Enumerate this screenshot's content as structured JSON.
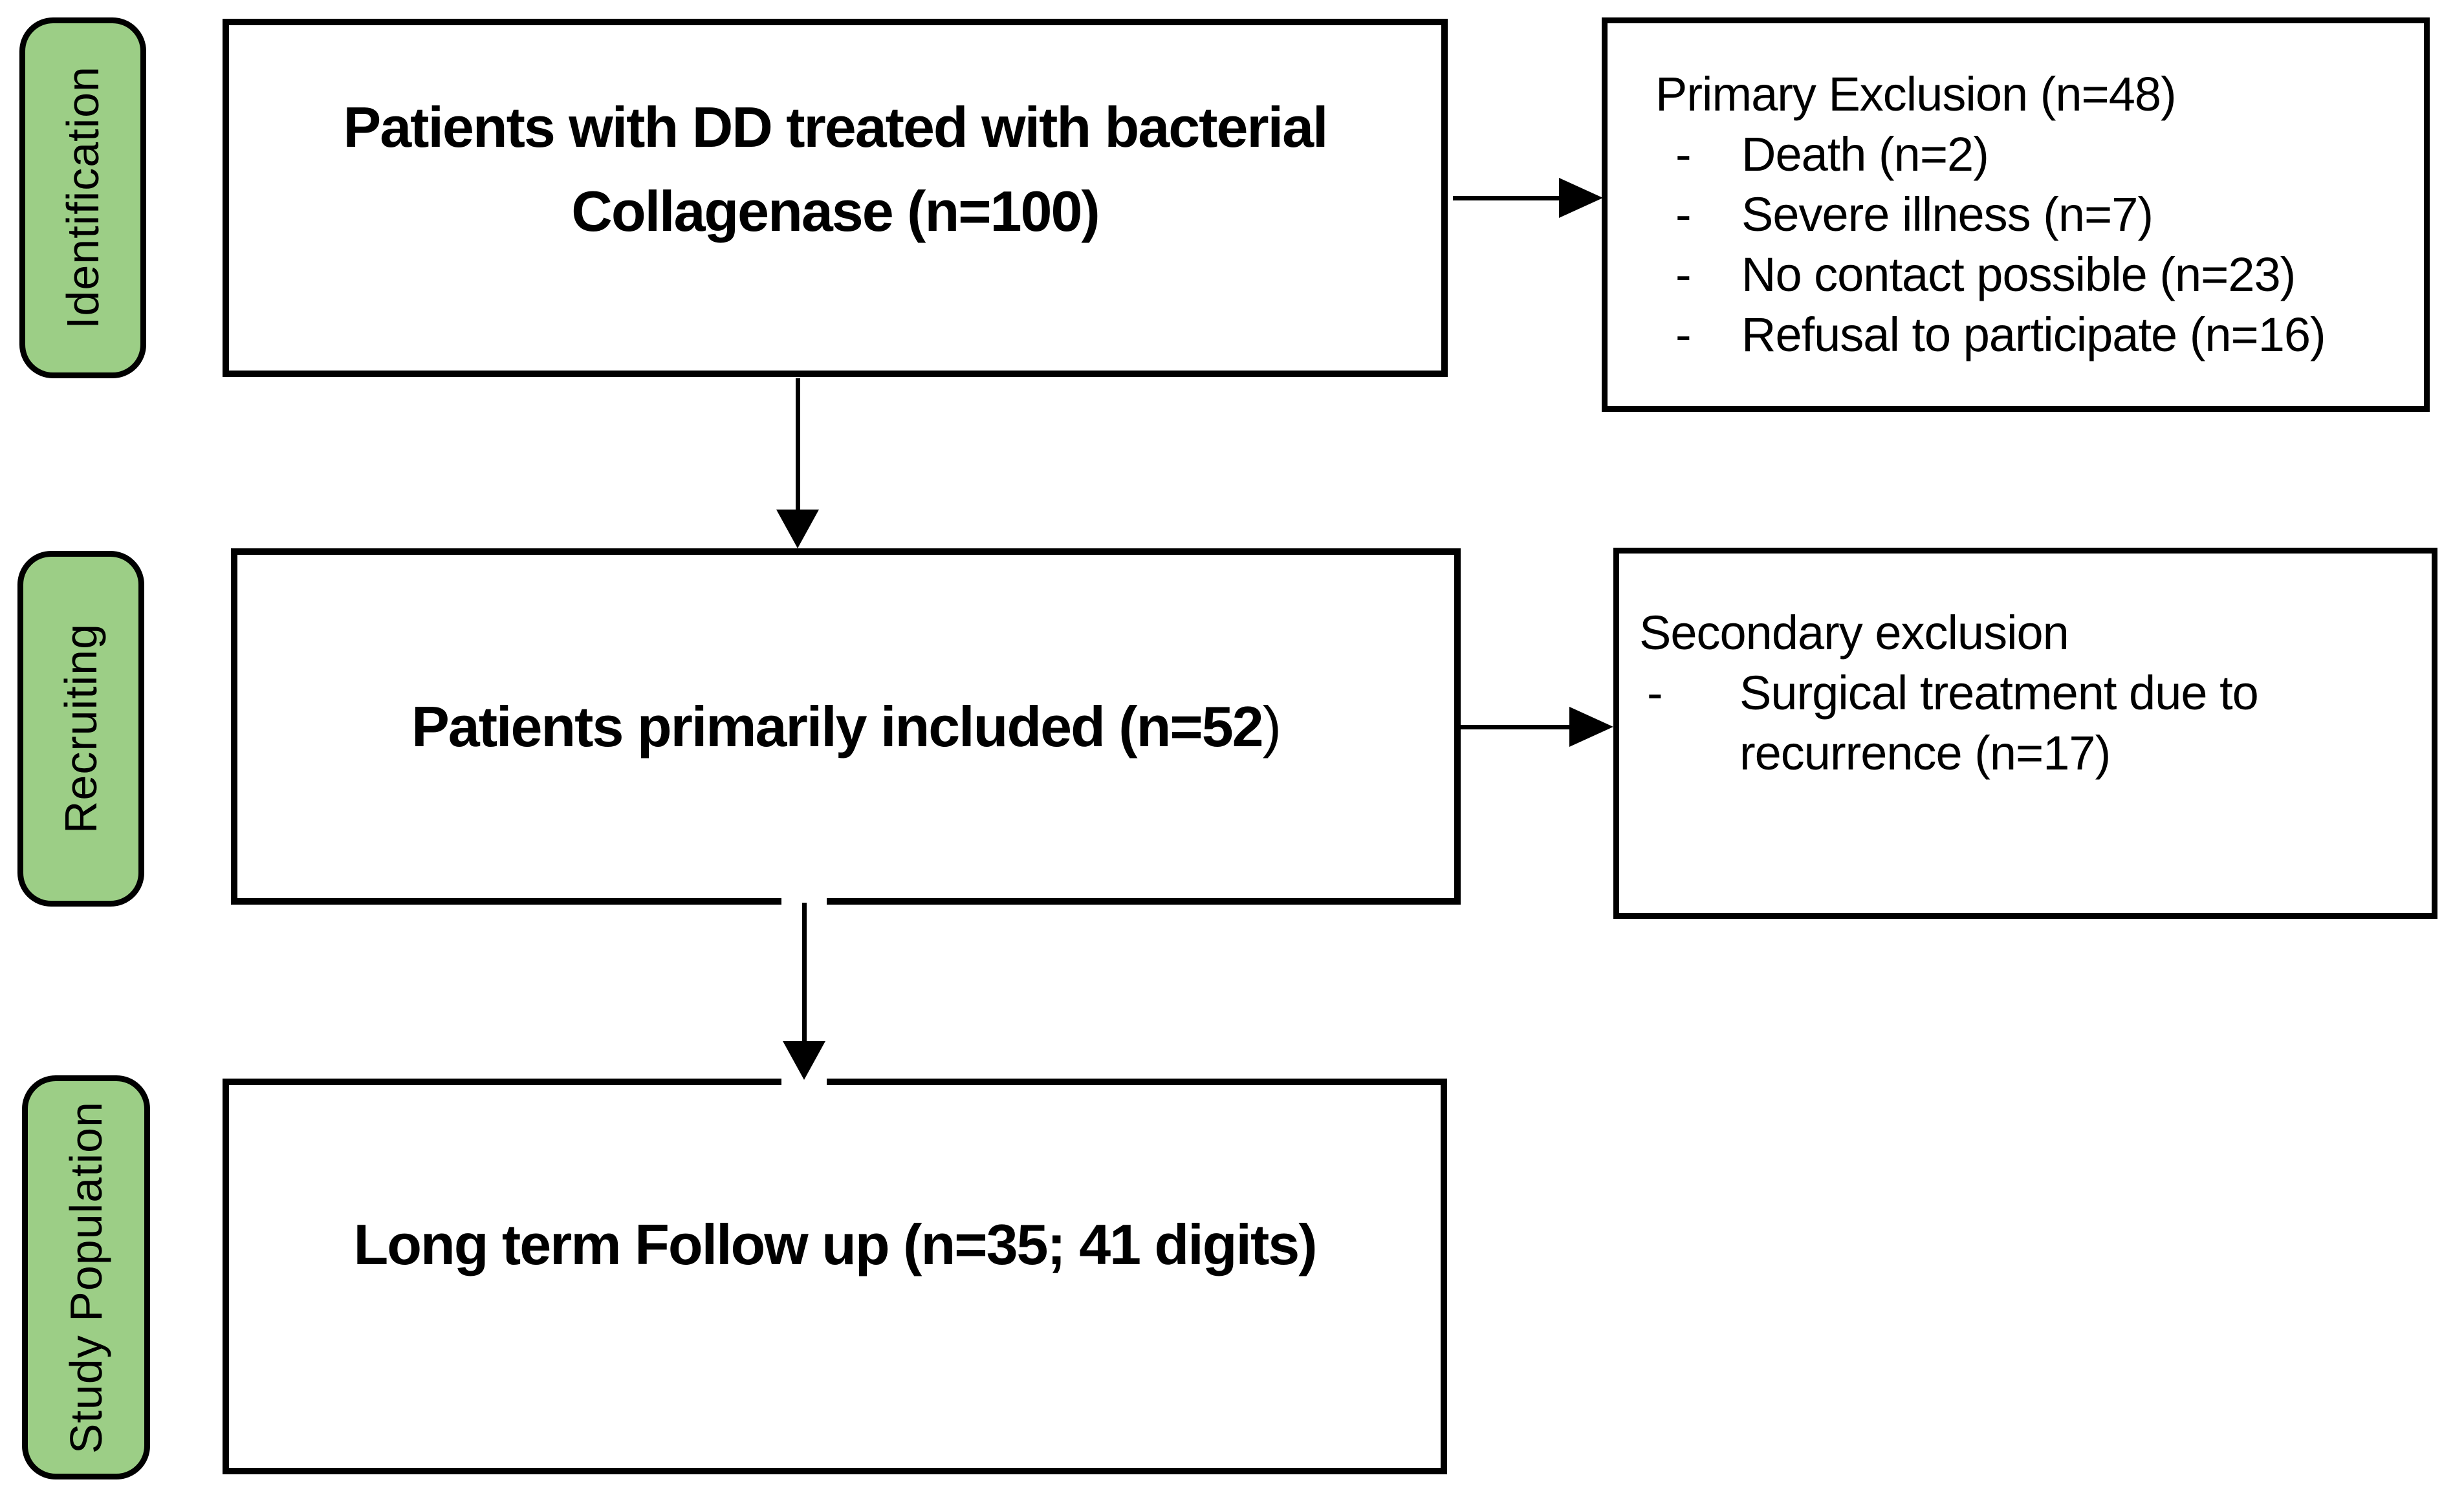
{
  "stages": [
    {
      "label": "Identification"
    },
    {
      "label": "Recruiting"
    },
    {
      "label": "Study Population"
    }
  ],
  "flow": {
    "identification_box": {
      "line1": "Patients with DD treated with bacterial",
      "line2": "Collagenase (n=100)"
    },
    "recruiting_box": {
      "text_bold": "Patients primarily included (n=52",
      "closing_paren": ")"
    },
    "study_population_box": {
      "text": "Long term Follow up (n=35; 41 digits)"
    },
    "primary_exclusion_box": {
      "title": "Primary Exclusion (n=48)",
      "bullet": "-",
      "items": [
        "Death (n=2)",
        "Severe illness (n=7)",
        "No contact possible (n=23)",
        "Refusal to participate (n=16)"
      ]
    },
    "secondary_exclusion_box": {
      "title": "Secondary exclusion",
      "bullet": "-",
      "items": [
        "Surgical treatment due to recurrence (n=17)"
      ]
    }
  },
  "colors": {
    "stage_fill": "#9CCE86",
    "border": "#000000",
    "text": "#000000",
    "background": "#FFFFFF"
  }
}
